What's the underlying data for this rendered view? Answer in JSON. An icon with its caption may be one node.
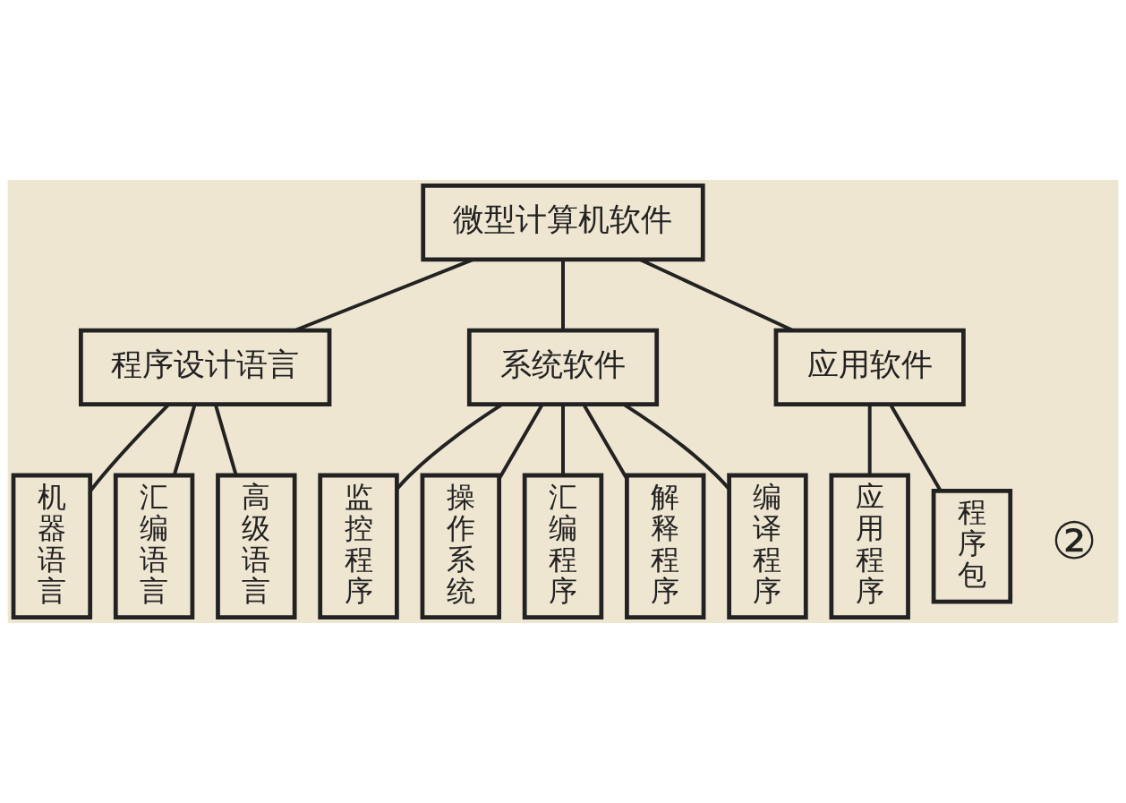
{
  "diagram": {
    "nodes": [
      {
        "text": [
          "微型计算机软件"
        ]
      },
      {
        "text": [
          "程序设计语言"
        ]
      },
      {
        "text": [
          "系统软件"
        ]
      },
      {
        "text": [
          "应用软件"
        ]
      },
      {
        "text": [
          "机器语言"
        ]
      },
      {
        "text": [
          "汇编语言"
        ]
      },
      {
        "text": [
          "高级语言"
        ]
      },
      {
        "text": [
          "监控程序"
        ]
      },
      {
        "text": [
          "操作系统"
        ]
      },
      {
        "text": [
          "汇编程序"
        ]
      },
      {
        "text": [
          "解释程序"
        ]
      },
      {
        "text": [
          "编译程序"
        ]
      },
      {
        "text": [
          "应用程序"
        ]
      },
      {
        "text": [
          "程序包"
        ]
      }
    ],
    "edges": [
      {
        "from": 0,
        "to": 1,
        "arrow": "none"
      },
      {
        "from": 0,
        "to": 2,
        "arrow": "none"
      },
      {
        "from": 0,
        "to": 3,
        "arrow": "none"
      },
      {
        "from": 1,
        "to": 4,
        "arrow": "none"
      },
      {
        "from": 1,
        "to": 5,
        "arrow": "none"
      },
      {
        "from": 1,
        "to": 6,
        "arrow": "none"
      },
      {
        "from": 2,
        "to": 7,
        "arrow": "none"
      },
      {
        "from": 2,
        "to": 8,
        "arrow": "none"
      },
      {
        "from": 2,
        "to": 9,
        "arrow": "none"
      },
      {
        "from": 2,
        "to": 10,
        "arrow": "none"
      },
      {
        "from": 2,
        "to": 11,
        "arrow": "none"
      },
      {
        "from": 3,
        "to": 12,
        "arrow": "none"
      },
      {
        "from": 3,
        "to": 13,
        "arrow": "none"
      }
    ],
    "labels": [
      "②"
    ]
  }
}
